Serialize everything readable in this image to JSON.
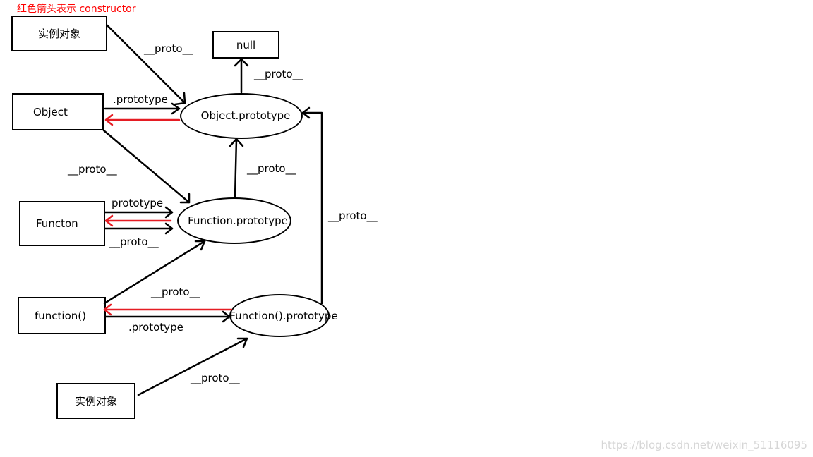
{
  "legend": "红色箭头表示 constructor",
  "nodes": {
    "instance_top": "实例对象",
    "object": "Object",
    "functon": "Functon",
    "function_call": "function()",
    "instance_bottom": "实例对象",
    "null": "null",
    "object_prototype": "Object.prototype",
    "function_prototype": "Function.prototype",
    "function_call_prototype": "Function().prototype"
  },
  "edge_labels": {
    "instance_top_proto": "__proto__",
    "objproto_null_proto": "__proto__",
    "object_prototype": ".prototype",
    "object_proto": "__proto__",
    "funcproto_objproto_proto": "__proto__",
    "functon_prototype": "prototype",
    "functon_proto": "__proto__",
    "fncall_funcproto_proto": "__proto__",
    "fncallproto_objproto_proto": "__proto__",
    "fncall_prototype": ".prototype",
    "instance_bottom_proto": "__proto__"
  },
  "colors": {
    "constructor_arrow": "#e51c23",
    "proto_arrow": "#000000",
    "legend": "#ff0000"
  },
  "watermark": "https://blog.csdn.net/weixin_51116095"
}
